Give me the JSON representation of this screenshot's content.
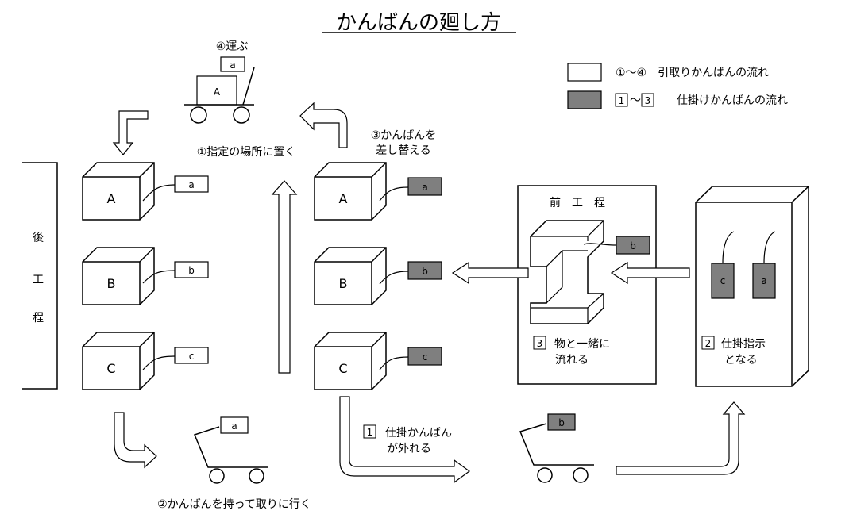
{
  "title": "かんばんの廻し方",
  "legend": {
    "withdrawal": "①～④　引取りかんばんの流れ",
    "production_mark_1": "1",
    "production_sep": "～",
    "production_mark_3": "3",
    "production_text": "仕掛けかんばんの流れ"
  },
  "steps": {
    "step1": "①指定の場所に置く",
    "step2": "②かんばんを持って取りに行く",
    "step3_line1": "③かんばんを",
    "step3_line2": "差し替える",
    "step4": "④運ぶ",
    "p1_num": "1",
    "p1_line1": "仕掛かんばん",
    "p1_line2": "が外れる",
    "p2_num": "2",
    "p2_line1": "仕掛指示",
    "p2_line2": "となる",
    "p3_num": "3",
    "p3_line1": "物と一緒に",
    "p3_line2": "流れる"
  },
  "later_process": [
    "後",
    "工",
    "程"
  ],
  "previous_process": "前　工　程",
  "boxes": [
    "A",
    "B",
    "C"
  ],
  "kanban": {
    "cart_top": "a",
    "left": [
      "a",
      "b",
      "c"
    ],
    "middle": [
      "a",
      "b",
      "c"
    ],
    "cart_bottom_left": "a",
    "cart_bottom_right": "b",
    "machine": "b",
    "post": [
      "c",
      "a"
    ]
  },
  "colors": {
    "withdrawal_kanban": "#ffffff",
    "production_kanban": "#7f7f7f",
    "line": "#000000"
  }
}
